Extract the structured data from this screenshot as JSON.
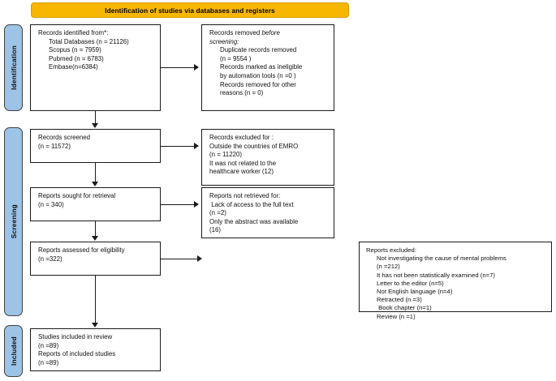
{
  "banner": {
    "title": "Identification of studies via databases and registers"
  },
  "stages": [
    {
      "key": "identification",
      "label": "Identification"
    },
    {
      "key": "screening",
      "label": "Screening"
    },
    {
      "key": "included",
      "label": "Included"
    }
  ],
  "boxes": {
    "identified": {
      "name": "records-identified",
      "lines": [
        "Records identified from*:",
        "Total Databases (n = 21126)",
        "Scopus (n = 7959)",
        "Pubmed (n = 6783)",
        "Embase(n=6384)"
      ]
    },
    "removed": {
      "name": "records-removed-before-screening",
      "lines": [
        "Records removed before",
        "screening:",
        "Duplicate records removed",
        "(n = 9554 )",
        "Records marked as ineligible",
        "by automation tools (n =0 )",
        "Records removed for other",
        "reasons (n = 0)"
      ],
      "italic_word": "before",
      "italic_word2": "screening"
    },
    "screened": {
      "name": "records-screened",
      "lines": [
        "Records screened",
        "(n = 11572)"
      ]
    },
    "excluded_screening": {
      "name": "records-excluded",
      "lines": [
        "Records excluded for :",
        "Outside the countries of EMRO",
        "(n = 11220)",
        "It was not related to the",
        "healthcare worker (12)"
      ]
    },
    "sought": {
      "name": "reports-sought-for-retrieval",
      "lines": [
        "Reports sought for retrieval",
        "(n = 340)"
      ]
    },
    "not_retrieved": {
      "name": "reports-not-retrieved",
      "lines": [
        "Reports not retrieved for:",
        " Lack of access to the full text",
        "(n =2)",
        "Only the abstract was available",
        "(16)"
      ]
    },
    "assessed": {
      "name": "reports-assessed-for-eligibility",
      "lines": [
        "Reports assessed for eligibility",
        "(n =322)"
      ]
    },
    "excluded_reports": {
      "name": "reports-excluded",
      "lines": [
        "Reports excluded:",
        "Not investigating the cause of mental problems",
        "(n =212)",
        "It has not been statistically examined (n=7)",
        "Letter to the editor (n=5)",
        "Not English language (n=4)",
        "Retracted (n =3)",
        " Book chapter (n=1)",
        "Review (n =1)"
      ]
    },
    "included": {
      "name": "studies-included-in-review",
      "lines": [
        "Studies included in review",
        "(n =89)",
        "Reports of included studies",
        "(n =89)"
      ]
    }
  },
  "colors": {
    "banner_fill": "#f7b700",
    "stage_tab_fill": "#9dc3e6",
    "box_border": "#1a1a1a",
    "text": "#111111"
  }
}
